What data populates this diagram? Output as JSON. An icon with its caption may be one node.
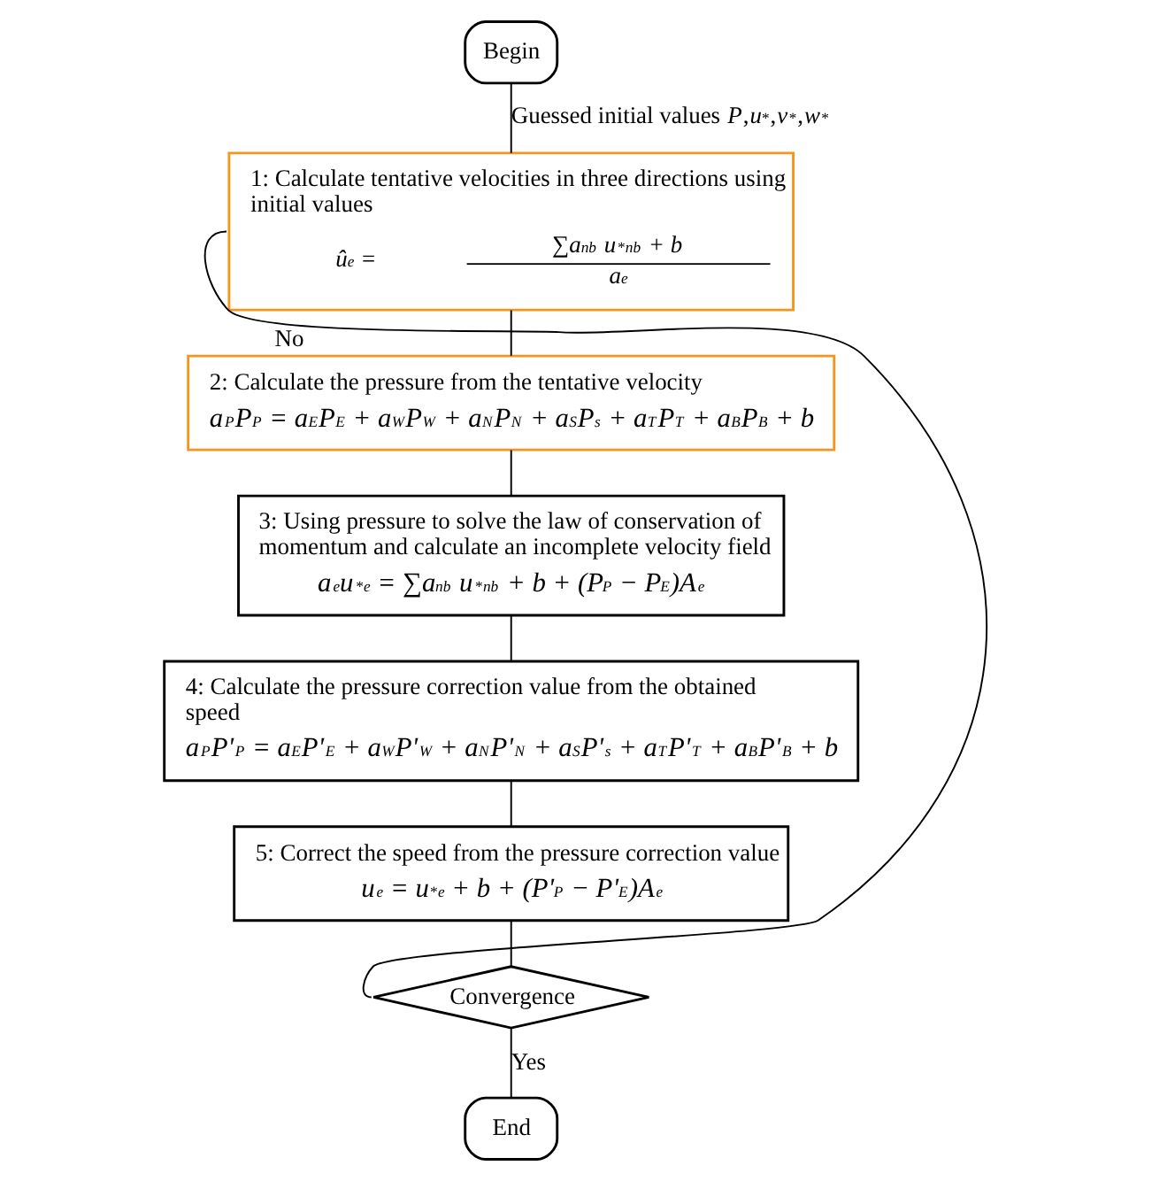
{
  "diagram": {
    "nodes": [
      {
        "text": [
          "Begin"
        ]
      },
      {
        "text": [
          "1: Calculate tentative velocities in three directions using initial values",
          "û$_{e}$ =",
          "∑a$_{nb}$ u$^{*}$$_{nb}$ + b",
          "a$_{e}$"
        ]
      },
      {
        "text": [
          "2: Calculate the pressure from the tentative velocity",
          "a$_{P}$P$_{P}$ = a$_{E}$P$_{E}$ + a$_{W}$P$_{W}$ + a$_{N}$P$_{N}$ + a$_{S}$P$_{s}$ + a$_{T}$P$_{T}$ + a$_{B}$P$_{B}$ + b"
        ]
      },
      {
        "text": [
          "3: Using pressure to solve the law of conservation of momentum and calculate an incomplete velocity field",
          "a$_{e}$u$^{*}$$_{e}$ = ∑a$_{nb}$ u$^{*}$$_{nb}$ + b + (P$_{P}$ − P$_{E}$)A$_{e}$"
        ]
      },
      {
        "text": [
          "4: Calculate the pressure correction value from the obtained speed",
          "a$_{P}$P'$_{P}$ = a$_{E}$P'$_{E}$ + a$_{W}$P'$_{W}$ + a$_{N}$P'$_{N}$ + a$_{S}$P'$_{s}$ + a$_{T}$P'$_{T}$ + a$_{B}$P'$_{B}$ + b"
        ]
      },
      {
        "text": [
          "5: Correct the speed from the pressure correction value",
          "u$_{e}$ = u$^{*}$$_{e}$ + b + (P'$_{P}$ − P'$_{E}$)A$_{e}$"
        ]
      },
      {
        "text": [
          "Convergence"
        ]
      },
      {
        "text": [
          "End"
        ]
      }
    ],
    "edges": [
      {
        "from": 0,
        "to": 1,
        "arrow": "none",
        "label": "Guessed initial values *P*,*u*$^{*}$,*v*$^{*}$,*w*$^{*}$"
      },
      {
        "from": 1,
        "to": 2,
        "arrow": "none"
      },
      {
        "from": 2,
        "to": 3,
        "arrow": "none"
      },
      {
        "from": 3,
        "to": 4,
        "arrow": "none"
      },
      {
        "from": 4,
        "to": 5,
        "arrow": "none"
      },
      {
        "from": 5,
        "to": 6,
        "arrow": "none"
      },
      {
        "from": 6,
        "to": 1,
        "arrow": "none",
        "label": "No"
      },
      {
        "from": 6,
        "to": 7,
        "arrow": "none",
        "label": "Yes"
      }
    ]
  }
}
